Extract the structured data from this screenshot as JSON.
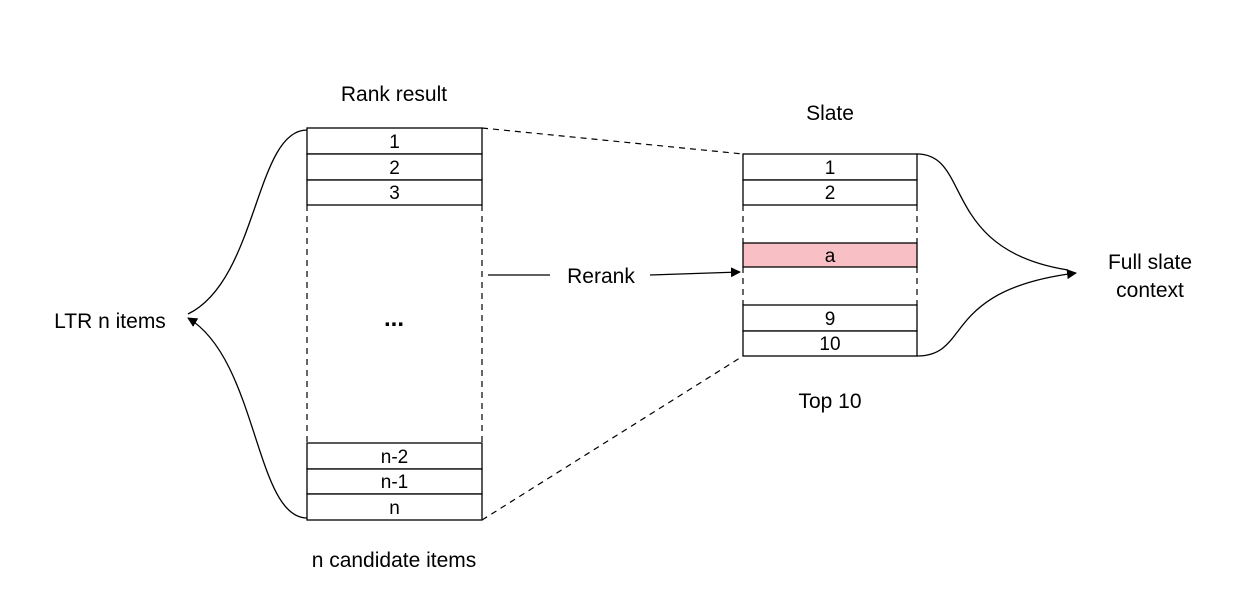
{
  "rank_result": {
    "title": "Rank result",
    "top_items": [
      "1",
      "2",
      "3"
    ],
    "ellipsis": "...",
    "bottom_items": [
      "n-2",
      "n-1",
      "n"
    ],
    "caption": "n candidate items"
  },
  "left_label": "LTR n items",
  "rerank_label": "Rerank",
  "slate": {
    "title": "Slate",
    "top_items": [
      "1",
      "2"
    ],
    "highlight_item": "a",
    "bottom_items": [
      "9",
      "10"
    ],
    "caption": "Top 10",
    "highlight_color": "#f8c0c4"
  },
  "right_label": {
    "line1": "Full slate",
    "line2": "context"
  }
}
